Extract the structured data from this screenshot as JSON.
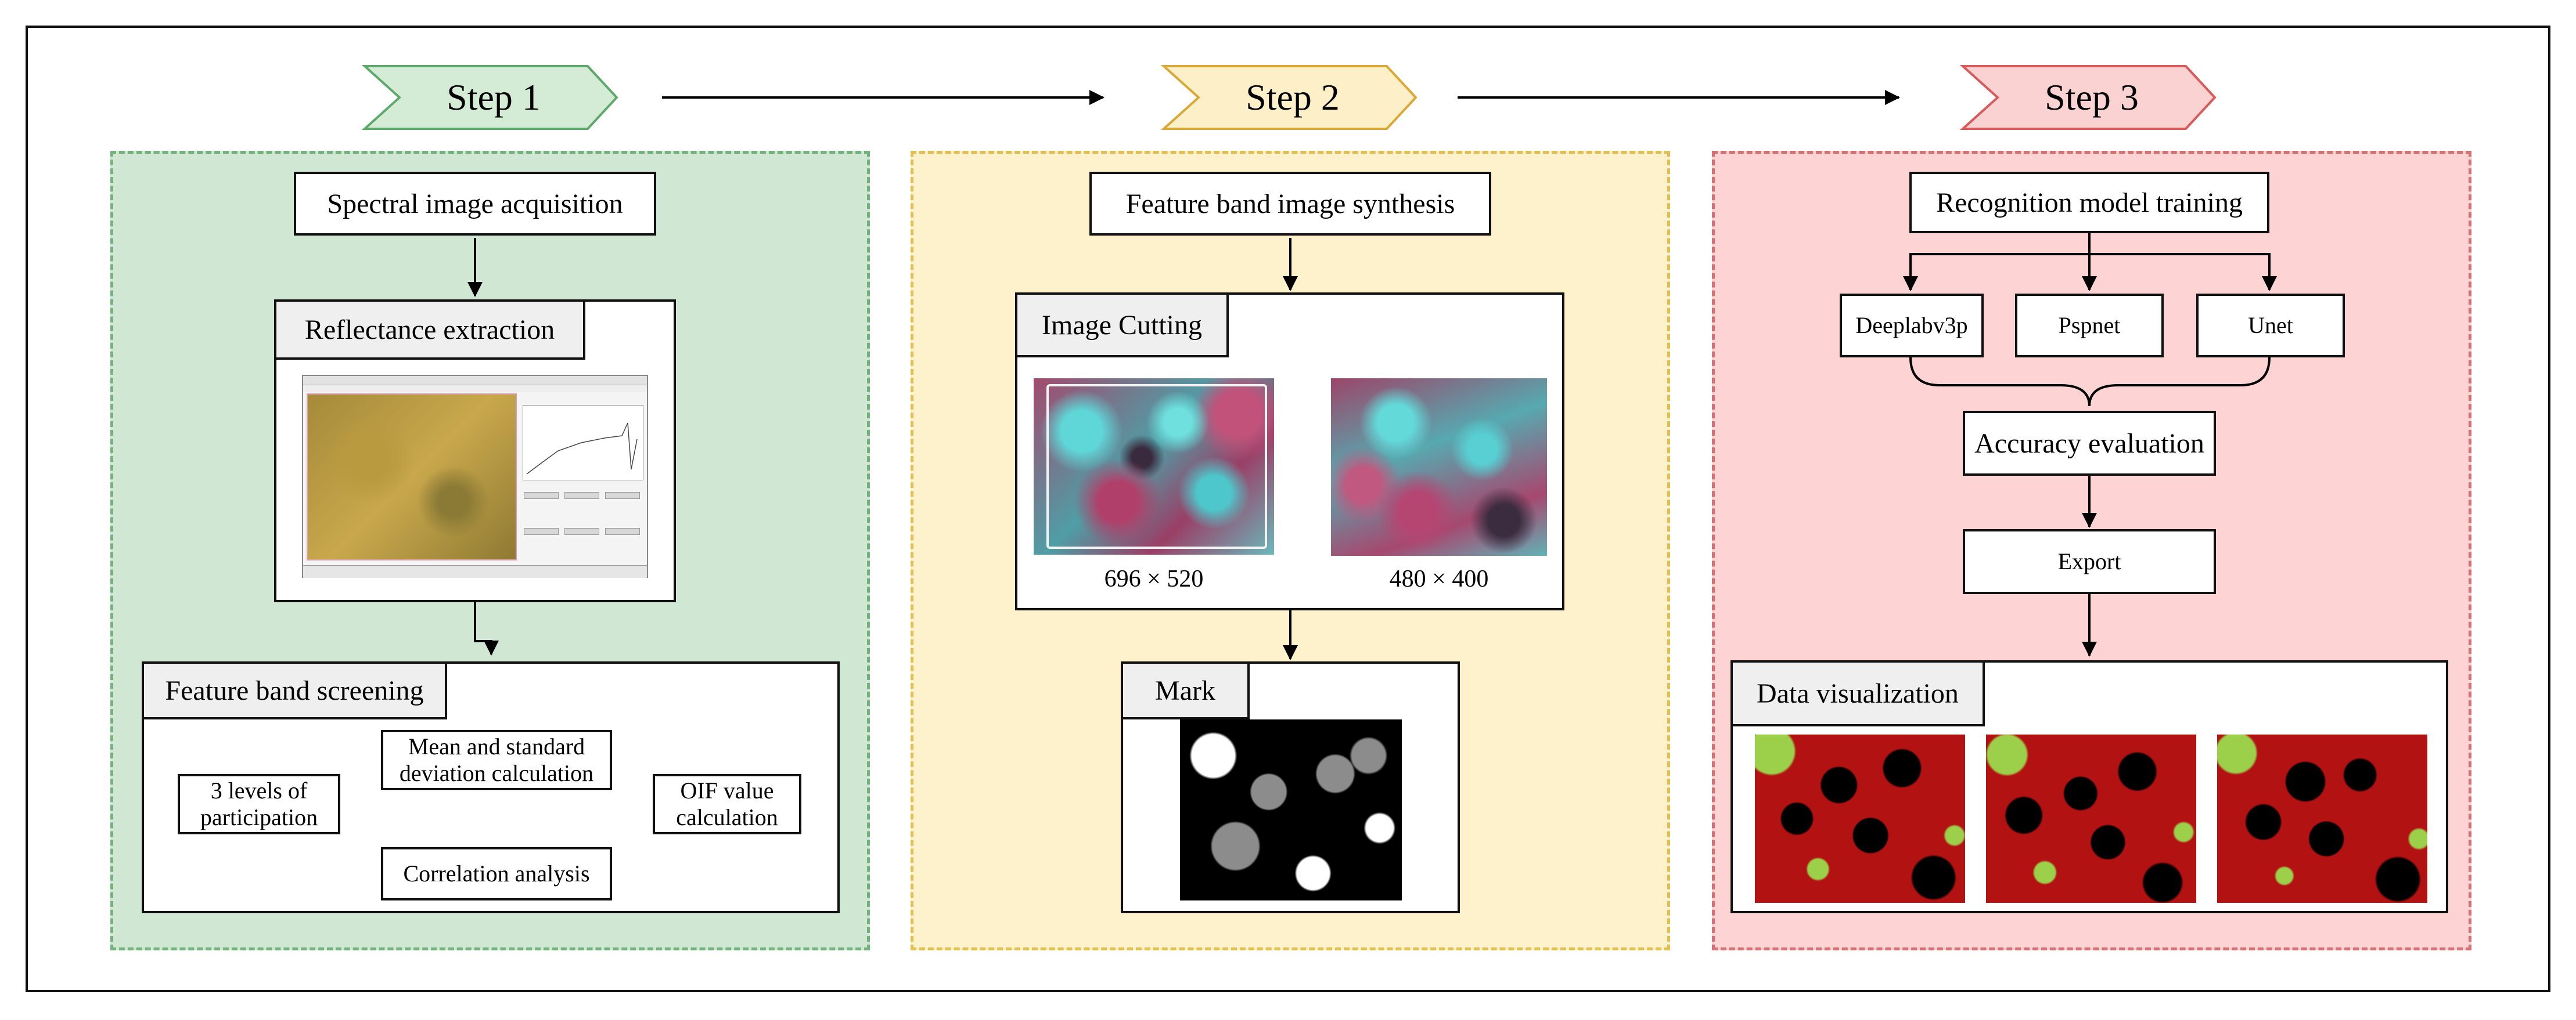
{
  "steps": [
    {
      "label": "Step 1",
      "fill": "#d4ecd6",
      "stroke": "#5ea86a"
    },
    {
      "label": "Step 2",
      "fill": "#fdf0c8",
      "stroke": "#d9a937"
    },
    {
      "label": "Step 3",
      "fill": "#fbd2d2",
      "stroke": "#d85a5a"
    }
  ],
  "step1": {
    "acquisition": "Spectral image acquisition",
    "reflectance_tab": "Reflectance extraction",
    "screening_tab": "Feature band screening",
    "levels": "3 levels of participation",
    "mean_sd": "Mean and standard deviation calculation",
    "correlation": "Correlation analysis",
    "oif": "OIF value calculation"
  },
  "step2": {
    "synthesis": "Feature band image synthesis",
    "cutting_tab": "Image Cutting",
    "size_original": "696 × 520",
    "size_cut": "480 × 400",
    "mark_tab": "Mark"
  },
  "step3": {
    "training": "Recognition model training",
    "models": [
      "Deeplabv3p",
      "Pspnet",
      "Unet"
    ],
    "accuracy": "Accuracy evaluation",
    "export": "Export",
    "visualization_tab": "Data visualization"
  },
  "colors": {
    "panel1": "#cfe7d3",
    "panel2": "#fef2cc",
    "panel3": "#fdd3d3",
    "seg_background": "#b31212",
    "seg_foreground": "#9ccf4a",
    "seg_dark": "#000000"
  }
}
